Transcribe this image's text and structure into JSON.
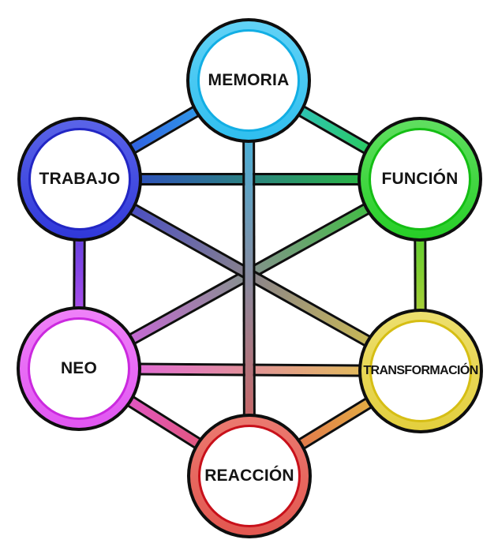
{
  "diagram": {
    "background": "#ffffff",
    "outline_color": "#0e0e0e",
    "label_color": "#141414",
    "nodes": [
      {
        "id": "memoria",
        "label": "MEMORIA",
        "color_base": "#30BFEF",
        "color_light": "#62D2F6",
        "color_dark": "#12AEE4"
      },
      {
        "id": "trabajo",
        "label": "TRABAJO",
        "color_base": "#3038DA",
        "color_light": "#5A64E8",
        "color_dark": "#2226C4"
      },
      {
        "id": "funcion",
        "label": "FUNCIÓN",
        "color_base": "#27CE27",
        "color_light": "#60DF60",
        "color_dark": "#14BE14"
      },
      {
        "id": "neo",
        "label": "NEO",
        "color_base": "#E156F2",
        "color_light": "#EF82F8",
        "color_dark": "#CB29DF"
      },
      {
        "id": "transformacion",
        "label": "TRANSFORMACIÓN",
        "color_base": "#E3CF3E",
        "color_light": "#EDDF6E",
        "color_dark": "#D6BE14"
      },
      {
        "id": "reaccion",
        "label": "REACCIÓN",
        "color_base": "#E25750",
        "color_light": "#EB7A70",
        "color_dark": "#C8101A"
      }
    ],
    "edges": [
      {
        "from": "memoria",
        "to": "trabajo"
      },
      {
        "from": "memoria",
        "to": "funcion"
      },
      {
        "from": "trabajo",
        "to": "neo"
      },
      {
        "from": "funcion",
        "to": "transformacion"
      },
      {
        "from": "neo",
        "to": "reaccion"
      },
      {
        "from": "transformacion",
        "to": "reaccion"
      },
      {
        "from": "funcion",
        "to": "neo"
      },
      {
        "from": "trabajo",
        "to": "transformacion"
      },
      {
        "from": "trabajo",
        "to": "funcion"
      },
      {
        "from": "neo",
        "to": "transformacion"
      },
      {
        "from": "memoria",
        "to": "reaccion"
      }
    ]
  }
}
